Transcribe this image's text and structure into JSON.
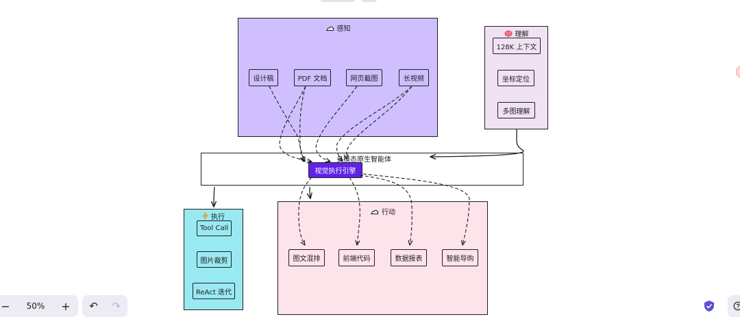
{
  "colors": {
    "perception_fill": "#d0bfff",
    "understanding_fill": "#f0e2f3",
    "execution_fill": "#99e9f2",
    "action_fill": "#fde3ea",
    "engine_fill": "#6122e8",
    "toolbar_bg": "#ececf4",
    "shield": "#5b4fd6"
  },
  "perception": {
    "icon": "cloud-icon",
    "title": "感知",
    "items": [
      "设计稿",
      "PDF 文档",
      "网页截图",
      "长视频"
    ]
  },
  "understanding": {
    "icon": "brain-icon",
    "title": "理解",
    "items": [
      "128K 上下文",
      "坐标定位",
      "多图理解"
    ]
  },
  "agent": {
    "title": "多模态原生智能体",
    "engine": "视觉执行引擎"
  },
  "execution": {
    "icon": "lightning-icon",
    "title": "执行",
    "items": [
      "Tool Call",
      "图片裁剪",
      "ReAct 迭代"
    ]
  },
  "action": {
    "icon": "cloud-icon",
    "title": "行动",
    "items": [
      "图文混排",
      "前端代码",
      "数据报表",
      "智能导购"
    ]
  },
  "toolbar": {
    "zoom_out": "−",
    "zoom_level": "50%",
    "zoom_in": "+",
    "undo": "↶",
    "redo": "↷"
  }
}
